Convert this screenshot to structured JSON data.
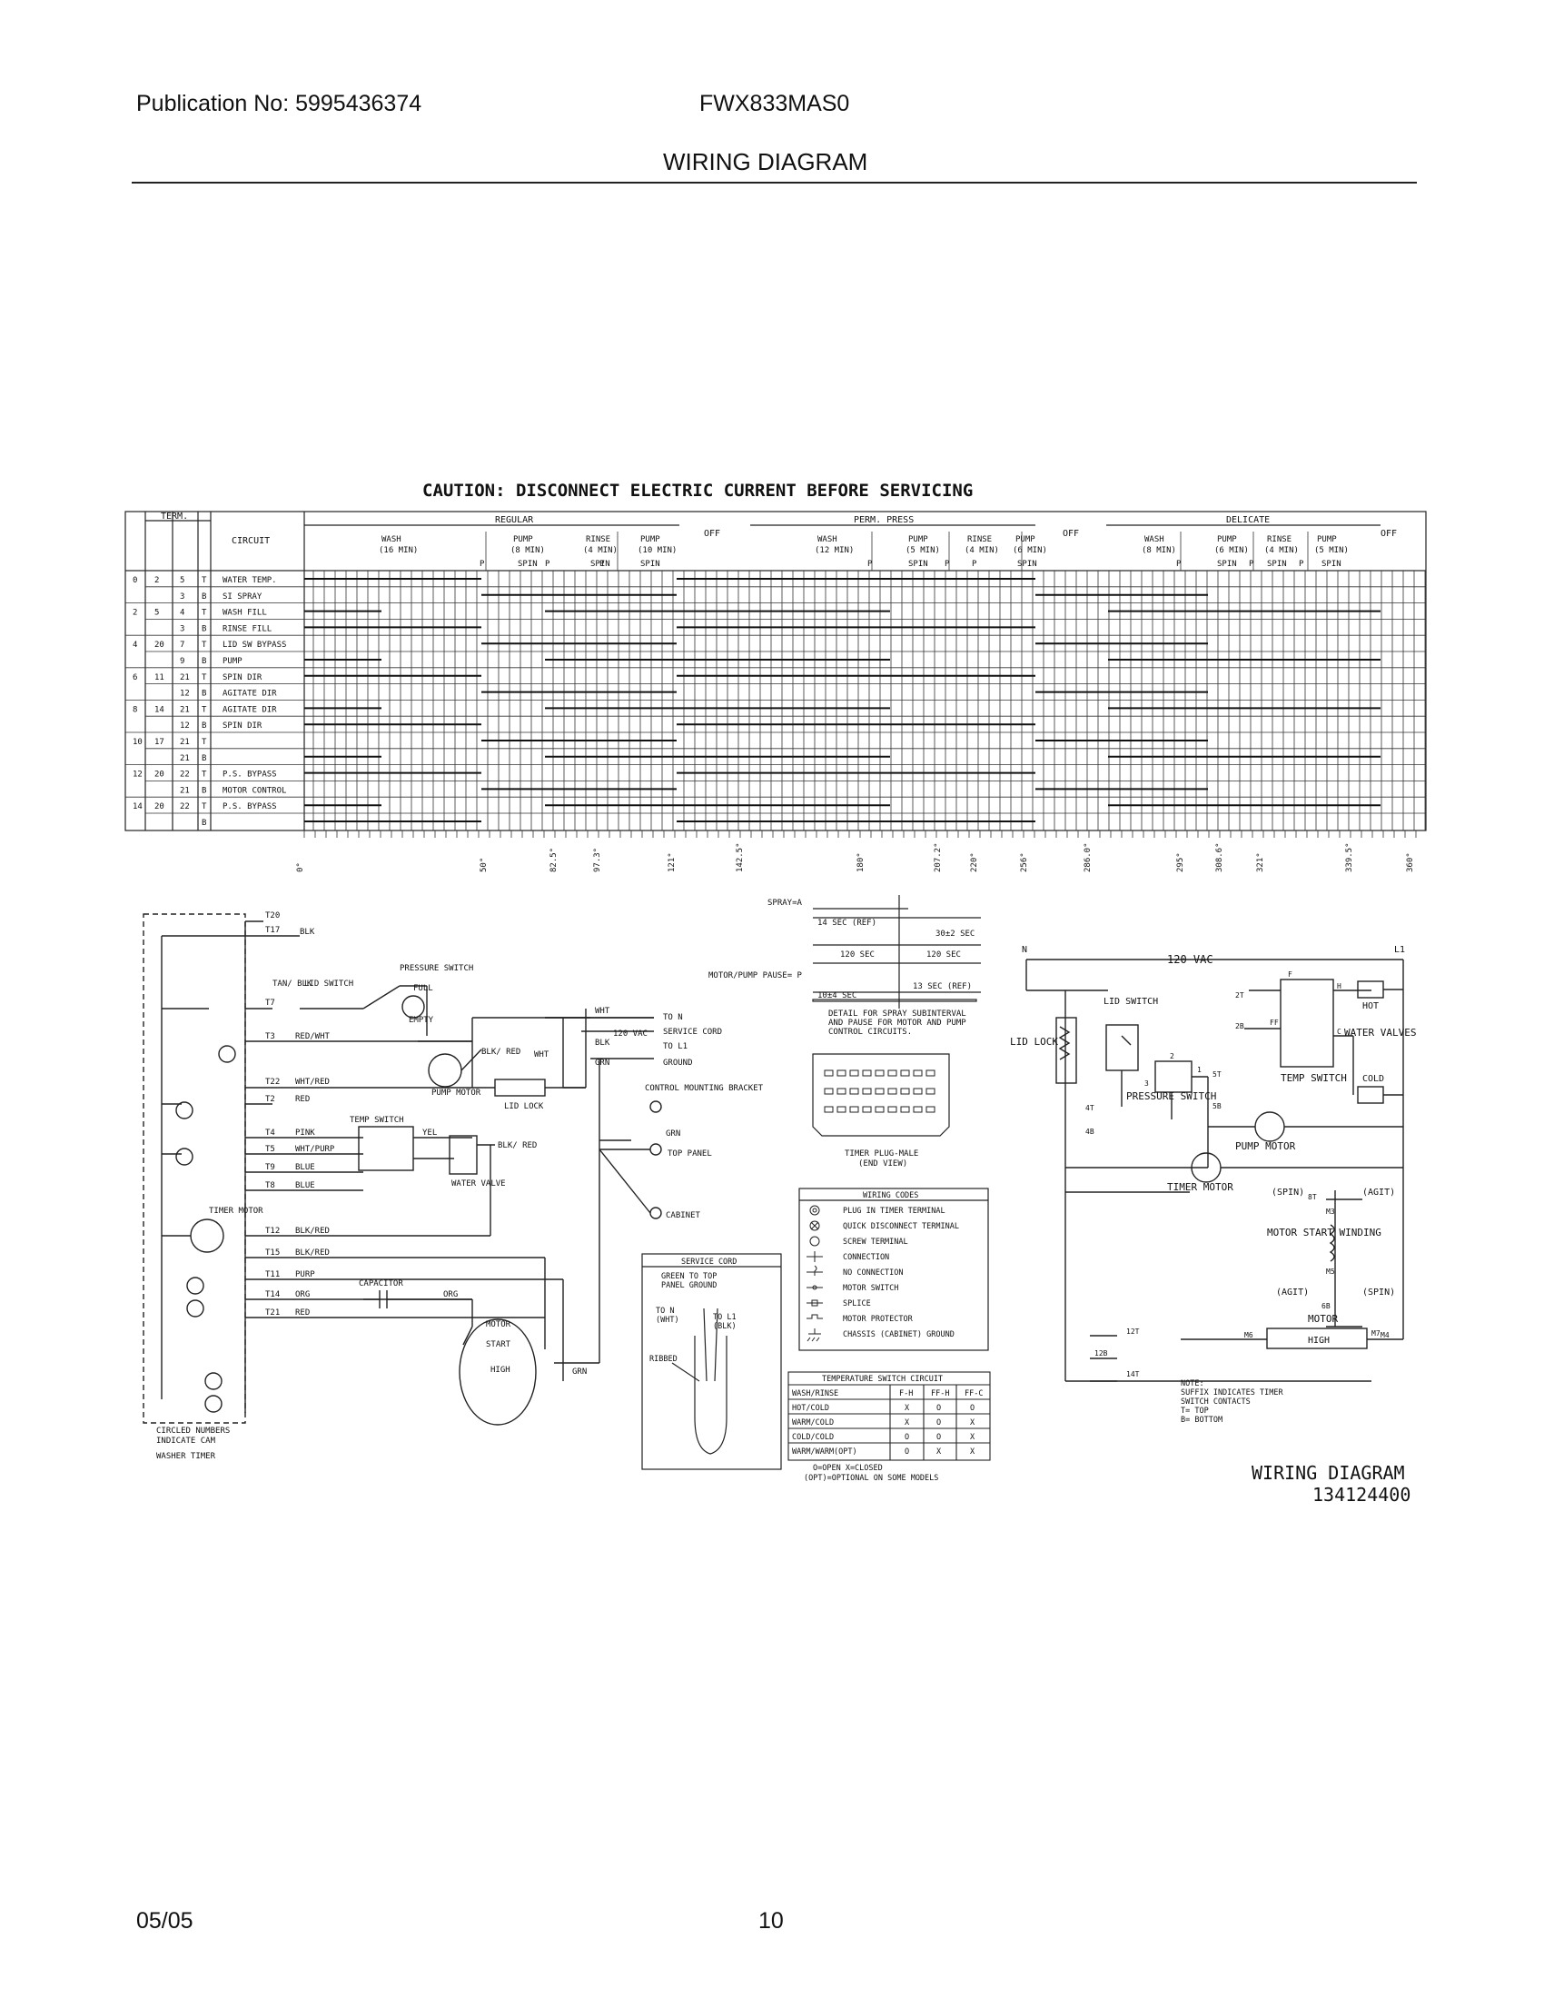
{
  "header": {
    "publication": "Publication No: 5995436374",
    "model": "FWX833MAS0",
    "title": "WIRING DIAGRAM"
  },
  "footer": {
    "date": "05/05",
    "page": "10"
  },
  "caution": "CAUTION: DISCONNECT ELECTRIC CURRENT BEFORE SERVICING",
  "timer_chart": {
    "col_headers": [
      "TERM.",
      "CIRCUIT"
    ],
    "groups": [
      "REGULAR",
      "OFF",
      "PERM. PRESS",
      "OFF",
      "DELICATE",
      "OFF"
    ],
    "steps": [
      "WASH (16 MIN)",
      "PUMP (8 MIN)",
      "RINSE (4 MIN)",
      "PUMP (10 MIN)",
      "WASH (12 MIN)",
      "PUMP (5 MIN)",
      "RINSE (4 MIN)",
      "PUMP (6 MIN)",
      "WASH (8 MIN)",
      "PUMP (6 MIN)",
      "RINSE (4 MIN)",
      "PUMP (5 MIN)"
    ],
    "sub": [
      "P",
      "SPIN"
    ],
    "rows": [
      {
        "cam": "0",
        "active": "2",
        "term": "5",
        "tb": "T",
        "circuit": "WATER TEMP."
      },
      {
        "cam": "",
        "active": "",
        "term": "3",
        "tb": "B",
        "circuit": "SI SPRAY"
      },
      {
        "cam": "2",
        "active": "5",
        "term": "4",
        "tb": "T",
        "circuit": "WASH FILL"
      },
      {
        "cam": "",
        "active": "",
        "term": "3",
        "tb": "B",
        "circuit": "RINSE FILL"
      },
      {
        "cam": "4",
        "active": "20",
        "term": "7",
        "tb": "T",
        "circuit": "LID SW BYPASS"
      },
      {
        "cam": "",
        "active": "",
        "term": "9",
        "tb": "B",
        "circuit": "PUMP"
      },
      {
        "cam": "6",
        "active": "11",
        "term": "21",
        "tb": "T",
        "circuit": "SPIN DIR"
      },
      {
        "cam": "",
        "active": "",
        "term": "12",
        "tb": "B",
        "circuit": "AGITATE DIR"
      },
      {
        "cam": "8",
        "active": "14",
        "term": "21",
        "tb": "T",
        "circuit": "AGITATE DIR"
      },
      {
        "cam": "",
        "active": "",
        "term": "12",
        "tb": "B",
        "circuit": "SPIN DIR"
      },
      {
        "cam": "10",
        "active": "17",
        "term": "21",
        "tb": "T",
        "circuit": ""
      },
      {
        "cam": "",
        "active": "",
        "term": "21",
        "tb": "B",
        "circuit": ""
      },
      {
        "cam": "12",
        "active": "20",
        "term": "22",
        "tb": "T",
        "circuit": "P.S. BYPASS"
      },
      {
        "cam": "",
        "active": "",
        "term": "21",
        "tb": "B",
        "circuit": "MOTOR CONTROL"
      },
      {
        "cam": "14",
        "active": "20",
        "term": "22",
        "tb": "T",
        "circuit": "P.S. BYPASS"
      },
      {
        "cam": "",
        "active": "",
        "term": "",
        "tb": "B",
        "circuit": ""
      }
    ],
    "degrees": [
      "0°",
      "50°",
      "82.5°",
      "97.3°",
      "121°",
      "142.5°",
      "180°",
      "207.2°",
      "220°",
      "256°",
      "286.0°",
      "295°",
      "308.6°",
      "321°",
      "339.5°",
      "360°"
    ]
  },
  "spray_detail": {
    "spray_label": "SPRAY=A",
    "t1": "14 SEC (REF)",
    "t2": "30±2 SEC",
    "t3": "120 SEC",
    "t4": "120 SEC",
    "pause_label": "MOTOR/PUMP PAUSE= P",
    "t5": "13 SEC (REF)",
    "t6": "10±4 SEC",
    "note": [
      "DETAIL FOR SPRAY SUBINTERVAL",
      "AND PAUSE FOR MOTOR AND PUMP",
      "CONTROL CIRCUITS."
    ],
    "plug_caption": [
      "TIMER PLUG-MALE",
      "(END VIEW)"
    ]
  },
  "wiring_codes": {
    "title": "WIRING CODES",
    "items": [
      "PLUG IN TIMER TERMINAL",
      "QUICK DISCONNECT TERMINAL",
      "SCREW TERMINAL",
      "CONNECTION",
      "NO CONNECTION",
      "MOTOR SWITCH",
      "SPLICE",
      "MOTOR PROTECTOR",
      "CHASSIS (CABINET) GROUND"
    ]
  },
  "temp_table": {
    "title": "TEMPERATURE SWITCH CIRCUIT",
    "headers": [
      "WASH/RINSE",
      "F-H",
      "FF-H",
      "FF-C"
    ],
    "rows": [
      [
        "HOT/COLD",
        "X",
        "O",
        "O"
      ],
      [
        "WARM/COLD",
        "X",
        "O",
        "X"
      ],
      [
        "COLD/COLD",
        "O",
        "O",
        "X"
      ],
      [
        "WARM/WARM(OPT)",
        "O",
        "X",
        "X"
      ]
    ],
    "legend": [
      "O=OPEN        X=CLOSED",
      "(OPT)=OPTIONAL ON SOME MODELS"
    ]
  },
  "service_cord": {
    "title": "SERVICE CORD",
    "ground": [
      "GREEN TO TOP",
      "PANEL GROUND"
    ],
    "to_n": [
      "TO N",
      "(WHT)"
    ],
    "to_l1": [
      "TO L1",
      "(BLK)"
    ],
    "ribbed": "RIBBED"
  },
  "left_schematic": {
    "terms": [
      "T20",
      "T17",
      "T7",
      "T3",
      "T22",
      "T2",
      "T4",
      "T5",
      "T9",
      "T8",
      "T12",
      "T15",
      "T11",
      "T14",
      "T21"
    ],
    "wires": [
      "BLK",
      "RED/WHT",
      "WHT/RED",
      "RED",
      "PINK",
      "WHT/PURP",
      "BLUE",
      "BLUE",
      "BLK/RED",
      "BLK/RED",
      "PURP",
      "ORG",
      "RED"
    ],
    "labels": {
      "lid_switch": "LID SWITCH",
      "tan_blk": "TAN/ BLK",
      "pressure_switch": "PRESSURE SWITCH",
      "full": "FULL",
      "empty": "EMPTY",
      "pump_motor": "PUMP MOTOR",
      "blk_red": "BLK/ RED",
      "wht": "WHT",
      "lid_lock": "LID LOCK",
      "temp_switch": "TEMP SWITCH",
      "yel": "YEL",
      "water_valve": "WATER VALVE",
      "blk_red2": "BLK/ RED",
      "timer_motor": "TIMER MOTOR",
      "capacitor": "CAPACITOR",
      "org": "ORG",
      "motor": "MOTOR",
      "start": "START",
      "high": "HIGH",
      "grn": "GRN",
      "to_n": "TO N",
      "vac": "120 VAC",
      "service_cord": "SERVICE CORD",
      "to_l1": "TO L1",
      "ground": "GROUND",
      "bracket": "CONTROL MOUNTING BRACKET",
      "top_panel": "TOP PANEL",
      "cabinet": "CABINET",
      "circled": [
        "CIRCLED NUMBERS",
        "INDICATE CAM"
      ],
      "washer_timer": "WASHER TIMER",
      "blk_wire": "BLK",
      "wht_wire": "WHT",
      "grn_wire": "GRN"
    }
  },
  "right_schematic": {
    "n": "N",
    "l1": "L1",
    "vac": "120 VAC",
    "lid_switch": "LID SWITCH",
    "lid_lock": "LID LOCK",
    "pressure_switch": "PRESSURE SWITCH",
    "temp_switch": "TEMP SWITCH",
    "water_valves": "WATER VALVES",
    "hot": "HOT",
    "cold": "COLD",
    "pump_motor": "PUMP MOTOR",
    "timer_motor": "TIMER MOTOR",
    "spin": "(SPIN)",
    "agit": "(AGIT)",
    "motor_start": "MOTOR START WINDING",
    "motor": "MOTOR",
    "high": "HIGH",
    "note": [
      "NOTE:",
      "SUFFIX INDICATES TIMER",
      "SWITCH CONTACTS",
      "T= TOP",
      "B= BOTTOM"
    ],
    "terms": [
      "2T",
      "2B",
      "5T",
      "5B",
      "4T",
      "4B",
      "12T",
      "12B",
      "14T",
      "M3",
      "M4",
      "M5",
      "M6",
      "M7",
      "8T",
      "6B",
      "F",
      "FF",
      "H",
      "C",
      "3",
      "1",
      "2"
    ]
  },
  "diagram_id": {
    "title": "WIRING DIAGRAM",
    "number": "134124400"
  }
}
